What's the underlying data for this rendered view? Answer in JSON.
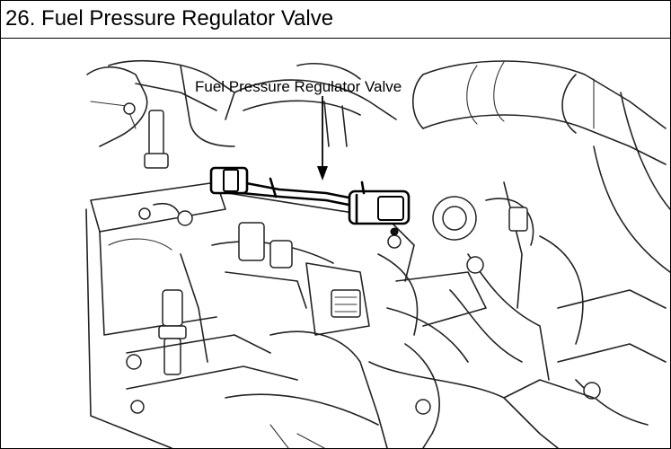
{
  "header": {
    "title": "26. Fuel Pressure Regulator Valve"
  },
  "diagram": {
    "callout_label": "Fuel Pressure Regulator Valve",
    "subject": "engine-bay-line-drawing"
  }
}
